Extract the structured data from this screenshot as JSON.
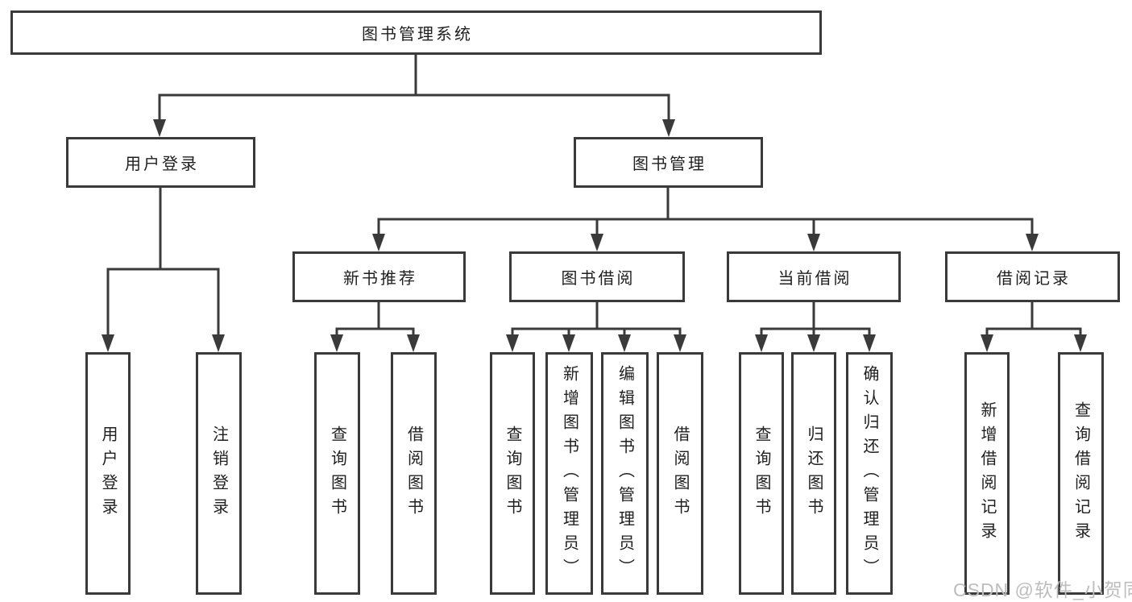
{
  "tree": {
    "label": "图书管理系统",
    "children": [
      {
        "label": "用户登录",
        "children": [
          {
            "label": "用户登录"
          },
          {
            "label": "注销登录"
          }
        ]
      },
      {
        "label": "图书管理",
        "children": [
          {
            "label": "新书推荐",
            "children": [
              {
                "label": "查询图书"
              },
              {
                "label": "借阅图书"
              }
            ]
          },
          {
            "label": "图书借阅",
            "children": [
              {
                "label": "查询图书"
              },
              {
                "label": "新增图书（管理员）"
              },
              {
                "label": "编辑图书（管理员）"
              },
              {
                "label": "借阅图书"
              }
            ]
          },
          {
            "label": "当前借阅",
            "children": [
              {
                "label": "查询图书"
              },
              {
                "label": "归还图书"
              },
              {
                "label": "确认归还（管理员）"
              }
            ]
          },
          {
            "label": "借阅记录",
            "children": [
              {
                "label": "新增借阅记录"
              },
              {
                "label": "查询借阅记录"
              }
            ]
          }
        ]
      }
    ]
  },
  "watermark": {
    "text": "CSDN @软件_小贺同学"
  },
  "colors": {
    "line": "#3a3a3a",
    "text": "#1f1f1f",
    "background": "#ffffff",
    "watermark": "#bdbdbd"
  }
}
